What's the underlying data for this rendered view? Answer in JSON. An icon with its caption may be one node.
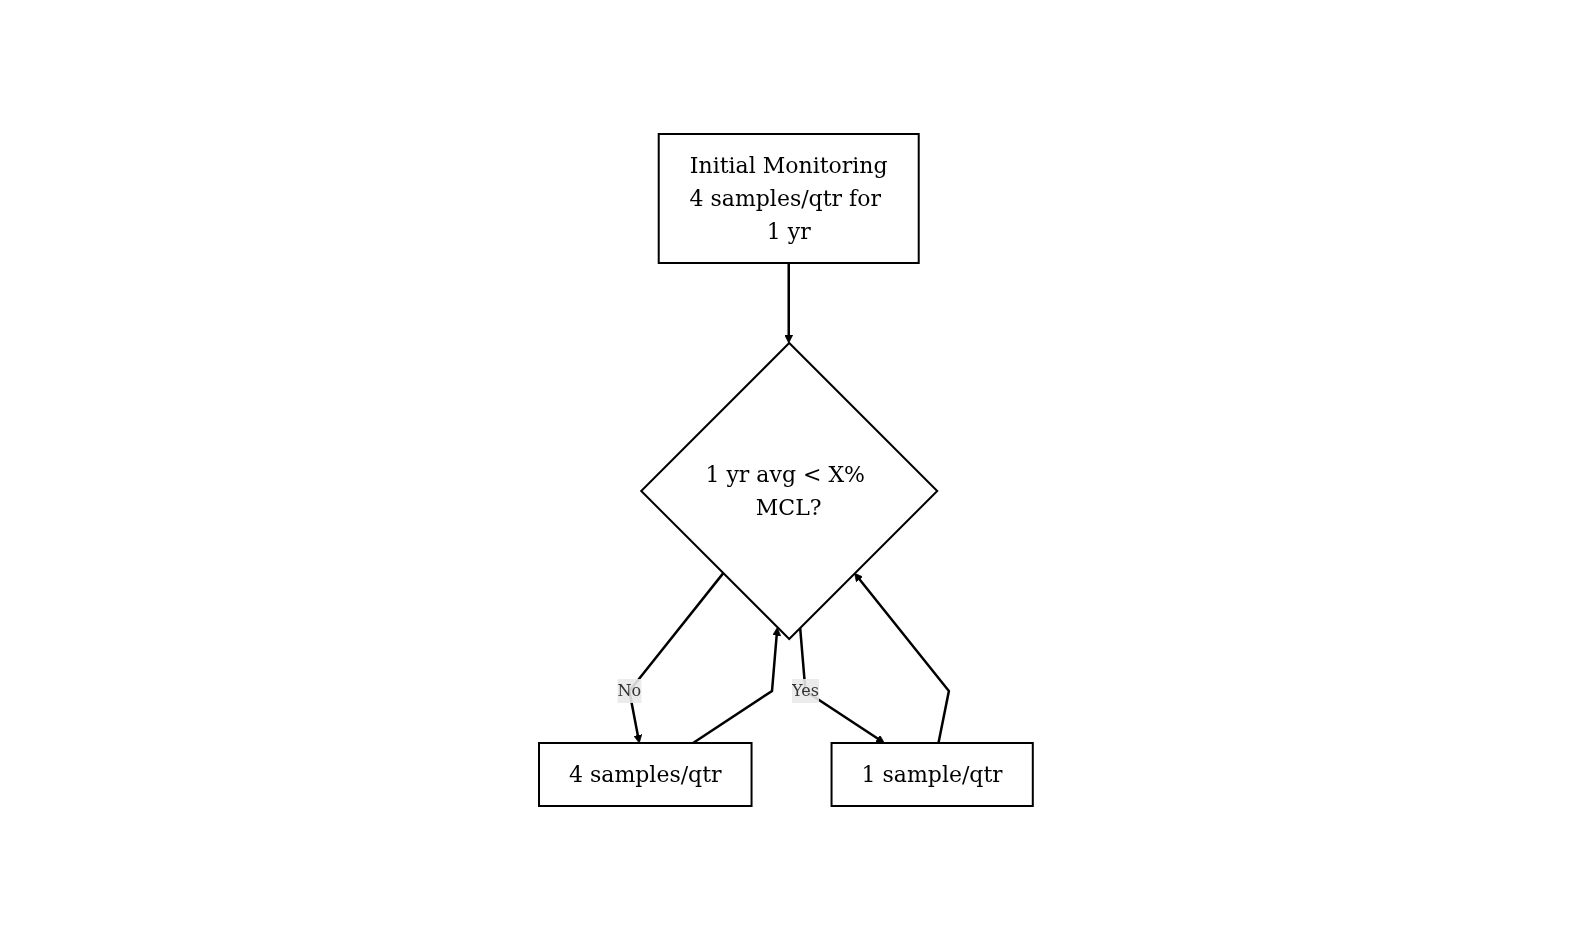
{
  "diagram": {
    "nodes": [
      {
        "text": [
          "Initial Monitoring",
          "4 samples/qtr for 1 yr"
        ]
      },
      {
        "text": [
          "1 yr avg < X% MCL?"
        ]
      },
      {
        "text": [
          "4 samples/qtr"
        ]
      },
      {
        "text": [
          "1 sample/qtr"
        ]
      }
    ],
    "edges": [
      {
        "from": 0,
        "to": 1,
        "arrow": "to"
      },
      {
        "from": 1,
        "to": 2,
        "label": "No",
        "arrow": "to"
      },
      {
        "from": 2,
        "to": 1,
        "arrow": "to"
      },
      {
        "from": 1,
        "to": 3,
        "label": "Yes",
        "arrow": "to"
      },
      {
        "from": 3,
        "to": 1,
        "arrow": "to"
      }
    ]
  }
}
